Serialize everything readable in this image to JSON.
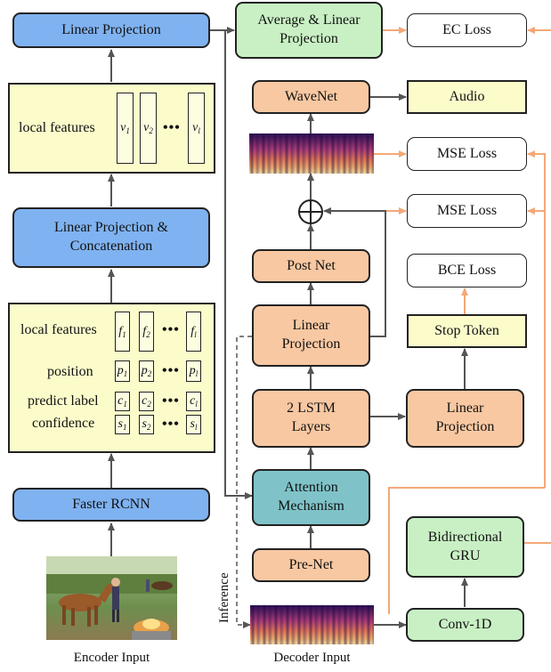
{
  "encoder": {
    "linear_projection": "Linear Projection",
    "local_features_top": "local features",
    "v_cells": [
      "v1",
      "v2",
      "vl"
    ],
    "concat": "Linear Projection & Concatenation",
    "rows": {
      "local_features": "local features",
      "position": "position",
      "predict_label": "predict label",
      "confidence": "confidence"
    },
    "f_cells": [
      "f1",
      "f2",
      "fl"
    ],
    "p_cells": [
      "p1",
      "p2",
      "pl"
    ],
    "c_cells": [
      "c1",
      "c2",
      "cl"
    ],
    "s_cells": [
      "s1",
      "s2",
      "sl"
    ],
    "faster_rcnn": "Faster RCNN",
    "input_caption": "Encoder Input"
  },
  "decoder": {
    "avg_projection": "Average & Linear Projection",
    "wavenet": "WaveNet",
    "post_net": "Post Net",
    "linear_projection": "Linear Projection",
    "lstm": "2 LSTM Layers",
    "attention": "Attention Mechanism",
    "prenet": "Pre-Net",
    "input_caption": "Decoder Input",
    "inference_label": "Inference",
    "sum_symbol": "⊕"
  },
  "right": {
    "ec_loss": "EC Loss",
    "audio": "Audio",
    "mse_loss_1": "MSE Loss",
    "mse_loss_2": "MSE Loss",
    "bce_loss": "BCE Loss",
    "stop_token": "Stop Token",
    "linear_projection": "Linear Projection",
    "bigru": "Bidirectional GRU",
    "conv1d": "Conv-1D"
  },
  "colors": {
    "encoder_block": "#7fb2f0",
    "decoder_block": "#f8c8a2",
    "attention_block": "#7fc3c8",
    "gru_block": "#c9f0c4",
    "feature_panel": "#fcfccb",
    "loss_arrow": "#f3a878"
  }
}
